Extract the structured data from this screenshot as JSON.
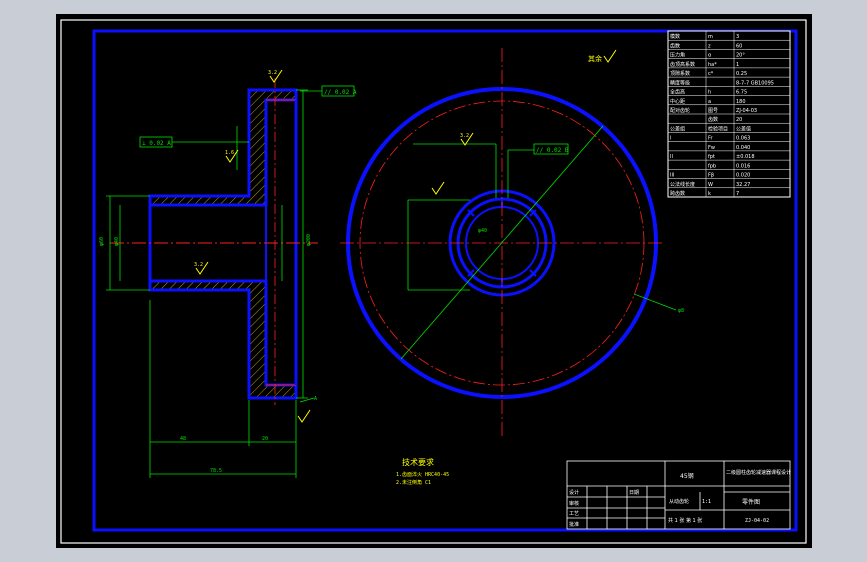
{
  "colors": {
    "app_background": "#c9ced6",
    "viewport_background": "#000000",
    "outer_frame": "#ffffff",
    "inner_frame": "#0b10ff",
    "geometry": "#0b10ff",
    "dimension": "#00e000",
    "centerline": "#ff2020",
    "hatch": "#c0a000",
    "annotation": "#ffff00",
    "table_text": "#ffffff"
  },
  "drawing": {
    "top_right_note": "其余",
    "tech_title": "技术要求",
    "tech_lines": [
      "1.齿面淬火 HRC40-45",
      "2.未注倒角 C1"
    ],
    "center_diameter_label": "φ40",
    "outer_callout": "φ8",
    "section_dims": {
      "overall_length": "78.5",
      "hub_length": "48",
      "rim_width": "20",
      "bore": "φ40",
      "hub_dia": "φ60",
      "outer_dia": "φ200"
    },
    "tolerance_boxes": [
      "// 0.02 A",
      "⊥ 0.02 A",
      "// 0.02 B"
    ],
    "roughness": [
      "3.2",
      "1.6",
      "3.2",
      "3.2"
    ]
  },
  "param_table": {
    "rows": [
      [
        "模数",
        "m",
        "3"
      ],
      [
        "齿数",
        "z",
        "60"
      ],
      [
        "压力角",
        "α",
        "20°"
      ],
      [
        "齿顶高系数",
        "ha*",
        "1"
      ],
      [
        "顶隙系数",
        "c*",
        "0.25"
      ],
      [
        "精度等级",
        "",
        "8-7-7 GB10095"
      ],
      [
        "全齿高",
        "h",
        "6.75"
      ],
      [
        "中心距",
        "a",
        "180"
      ],
      [
        "配对齿轮",
        "图号",
        "ZJ-04-03"
      ],
      [
        "",
        "齿数",
        "20"
      ],
      [
        "公差组",
        "检验项目",
        "公差值"
      ],
      [
        "I",
        "Fr",
        "0.063"
      ],
      [
        "",
        "Fw",
        "0.040"
      ],
      [
        "II",
        "fpt",
        "±0.018"
      ],
      [
        "",
        "fpb",
        "0.016"
      ],
      [
        "III",
        "Fβ",
        "0.020"
      ],
      [
        "公法线长度",
        "W",
        "32.27"
      ],
      [
        "跨齿数",
        "k",
        "7"
      ]
    ]
  },
  "title_block": {
    "part_name": "从动齿轮",
    "material": "45钢",
    "project": "二级圆柱齿轮减速器课程设计",
    "drawing_type": "零件图",
    "drawing_no": "ZJ-04-02",
    "scale": "1:1",
    "sheet": "共 1 张 第 1 张",
    "designer": "设计",
    "checker": "审核",
    "date": "日期",
    "process": "工艺",
    "approved": "批准"
  }
}
